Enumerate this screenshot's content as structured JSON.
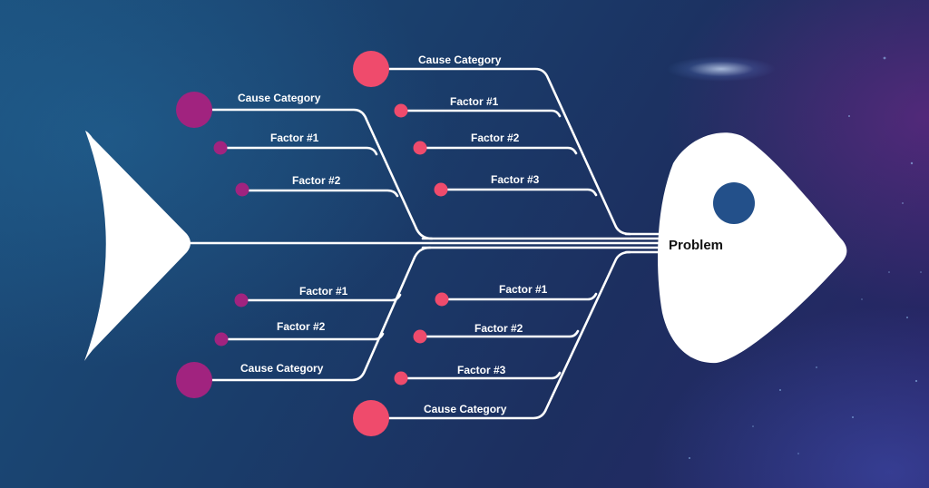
{
  "problem": {
    "label": "Problem"
  },
  "colors": {
    "bone": "#ffffff",
    "cause_pink": "#ef4b6c",
    "cause_magenta": "#a1237f"
  },
  "branches": {
    "top_left": {
      "cause": "Cause Category",
      "factors": [
        "Factor #1",
        "Factor #2"
      ]
    },
    "top_right": {
      "cause": "Cause Category",
      "factors": [
        "Factor #1",
        "Factor #2",
        "Factor #3"
      ]
    },
    "bottom_left": {
      "cause": "Cause Category",
      "factors": [
        "Factor #1",
        "Factor #2"
      ]
    },
    "bottom_right": {
      "cause": "Cause Category",
      "factors": [
        "Factor #1",
        "Factor #2",
        "Factor #3"
      ]
    }
  }
}
